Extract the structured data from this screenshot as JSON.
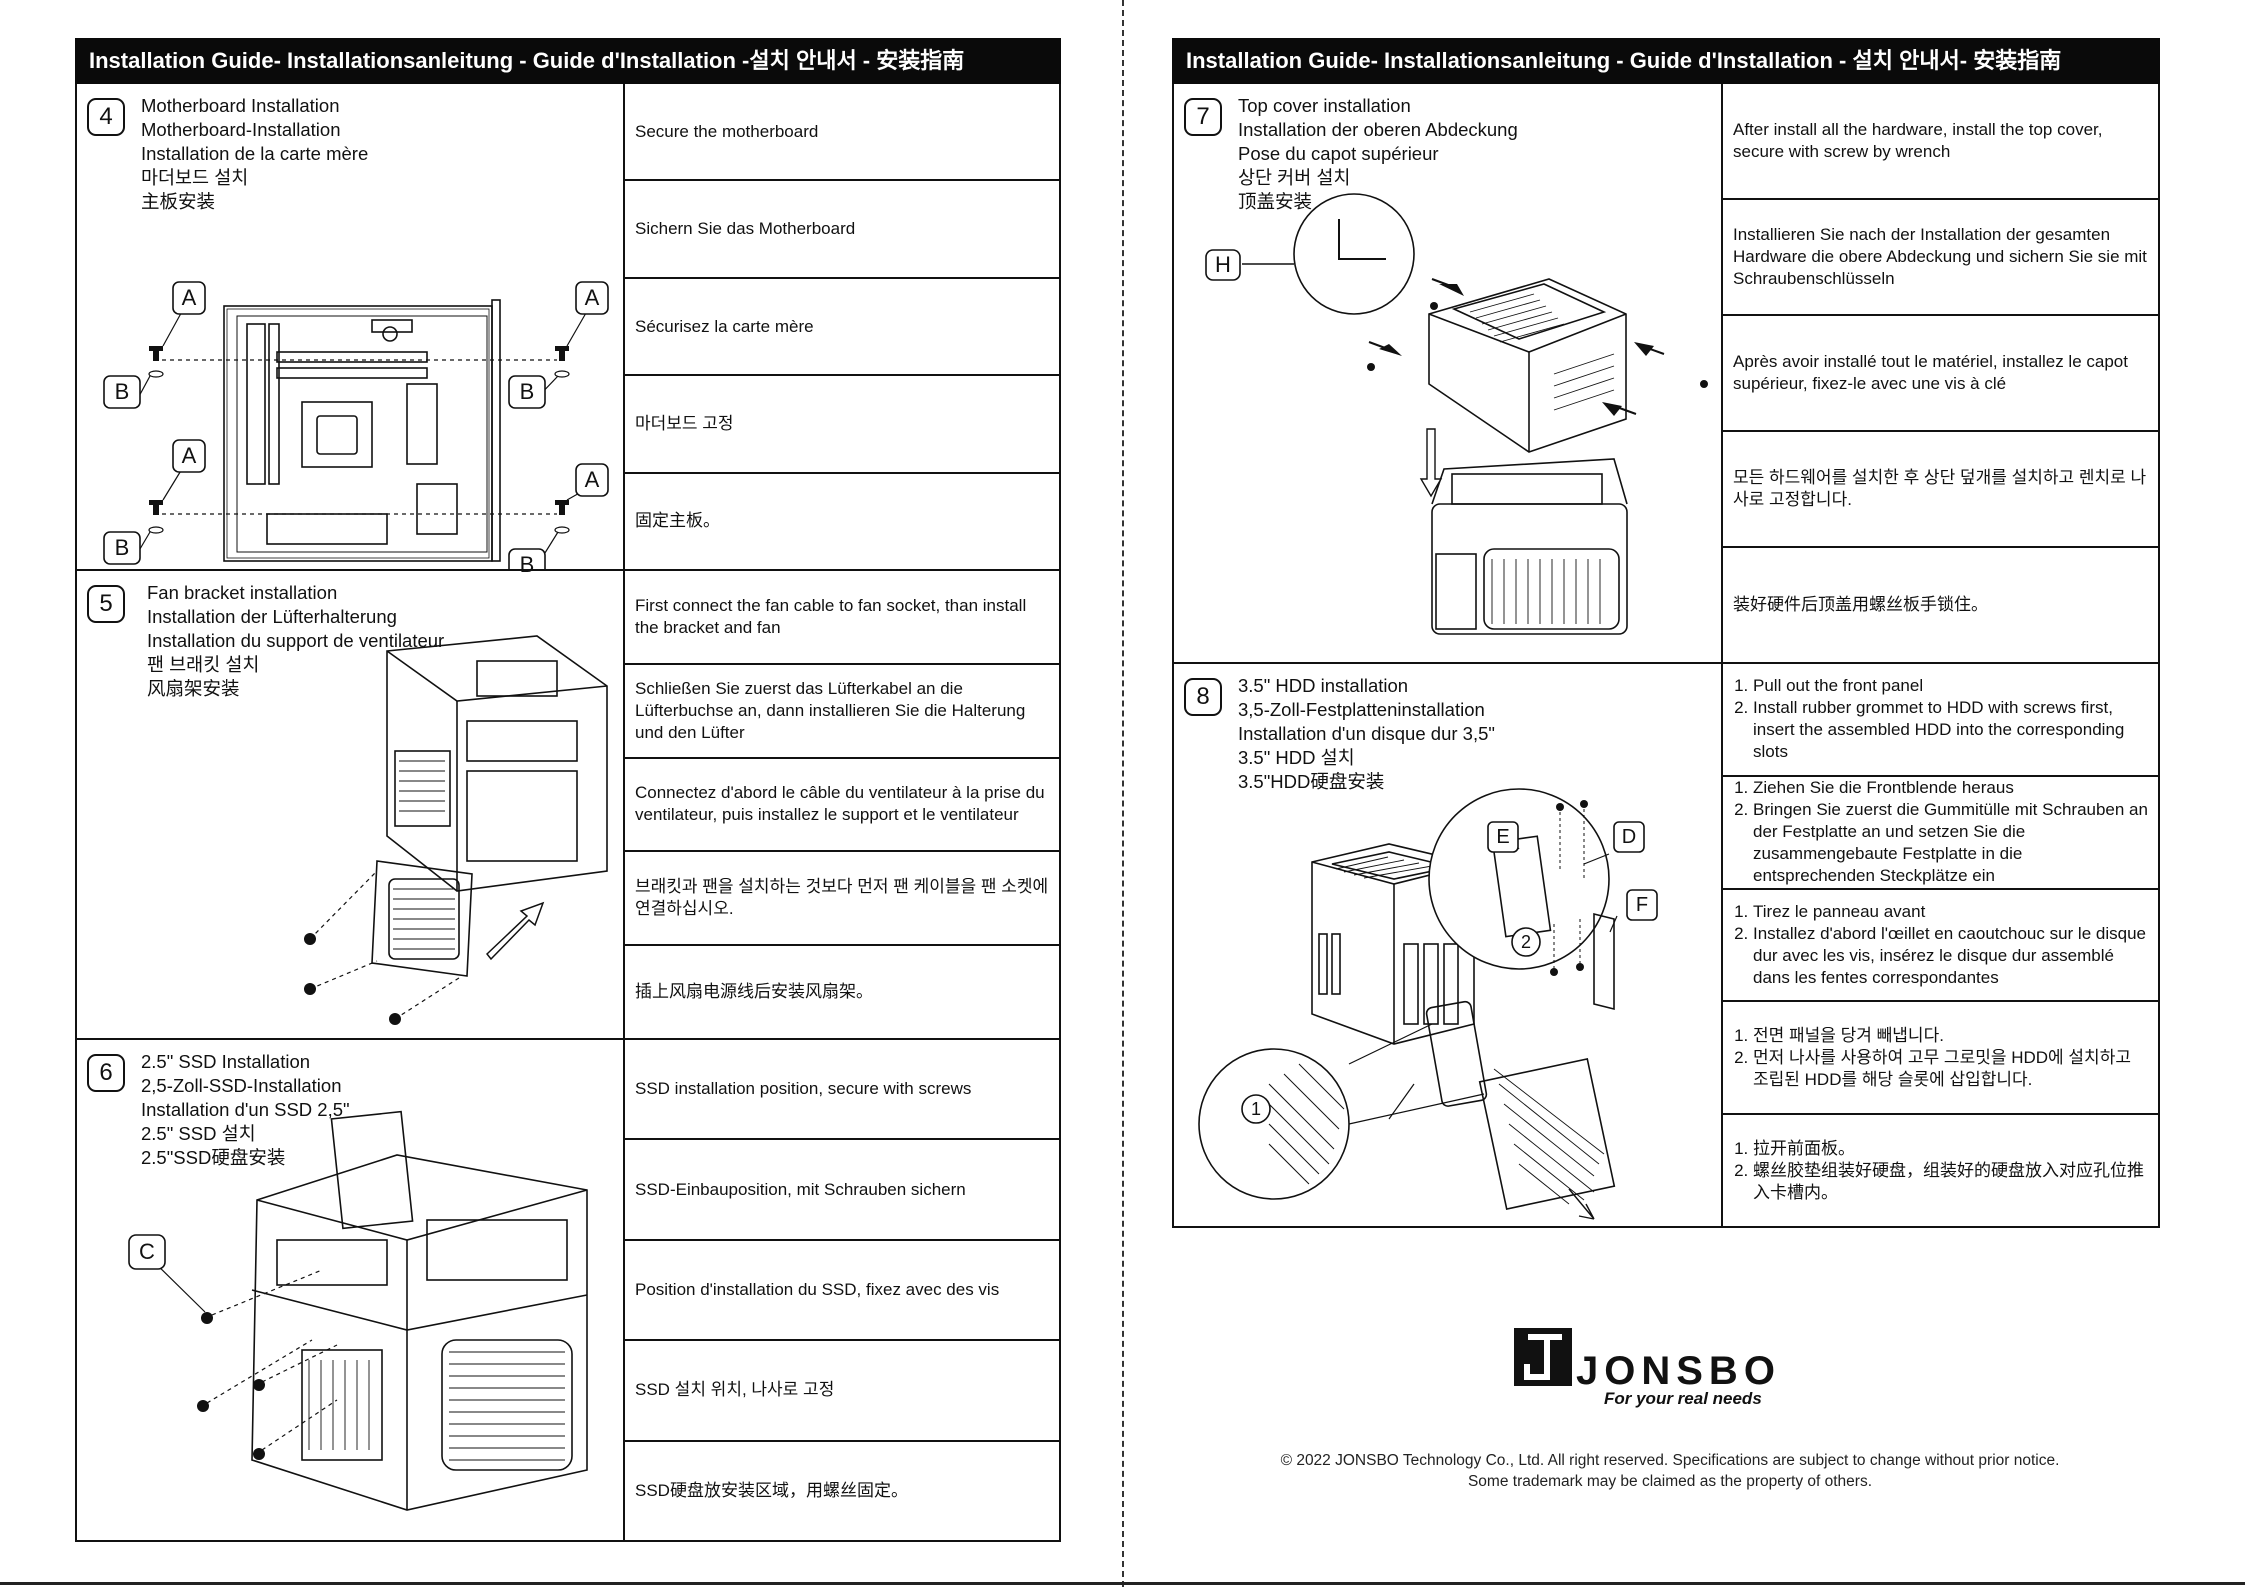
{
  "header_left": "Installation Guide- Installationsanleitung - Guide d'Installation -설치 안내서 - 安装指南",
  "header_right": "Installation Guide- Installationsanleitung - Guide d'Installation - 설치 안내서- 安装指南",
  "steps": {
    "s4": {
      "number": "4",
      "titles": [
        "Motherboard Installation",
        "Motherboard-Installation",
        "Installation de la carte mère",
        "마더보드 설치",
        "主板安装"
      ],
      "texts": [
        "Secure the motherboard",
        "Sichern Sie das Motherboard",
        "Sécurisez la carte mère",
        "마더보드 고정",
        "固定主板。"
      ],
      "labels": {
        "a": "A",
        "b": "B"
      }
    },
    "s5": {
      "number": "5",
      "titles": [
        "Fan bracket installation",
        "Installation der Lüfterhalterung",
        "Installation du support de ventilateur",
        "팬 브래킷 설치",
        "风扇架安装"
      ],
      "texts": [
        "First connect the fan cable to fan socket, than install the bracket and fan",
        "Schließen Sie zuerst das Lüfterkabel an die Lüfterbuchse an, dann installieren Sie die Halterung und den Lüfter",
        "Connectez d'abord le câble du ventilateur à la prise du ventilateur, puis installez le support et le ventilateur",
        "브래킷과 팬을 설치하는 것보다 먼저 팬 케이블을 팬 소켓에 연결하십시오.",
        "插上风扇电源线后安装风扇架。"
      ]
    },
    "s6": {
      "number": "6",
      "titles": [
        "2.5\" SSD Installation",
        "2,5-Zoll-SSD-Installation",
        "Installation d'un SSD 2,5\"",
        "2.5\" SSD 설치",
        "2.5\"SSD硬盘安装"
      ],
      "texts": [
        "SSD installation position, secure with screws",
        "SSD-Einbauposition, mit Schrauben sichern",
        "Position d'installation du SSD, fixez avec des vis",
        "SSD 설치 위치, 나사로 고정",
        "SSD硬盘放安装区域，用螺丝固定。"
      ],
      "labels": {
        "c": "C"
      }
    },
    "s7": {
      "number": "7",
      "titles": [
        "Top cover installation",
        "Installation der oberen Abdeckung",
        "Pose du capot supérieur",
        "상단 커버 설치",
        "顶盖安装"
      ],
      "texts": [
        "After install all the hardware, install the top cover, secure with screw by wrench",
        "Installieren Sie nach der Installation der gesamten Hardware die obere Abdeckung und sichern Sie sie mit Schraubenschlüsseln",
        "Après avoir installé tout le matériel, installez le capot supérieur, fixez-le avec une vis à clé",
        "모든 하드웨어를 설치한 후 상단 덮개를 설치하고 렌치로 나사로 고정합니다.",
        "装好硬件后顶盖用螺丝板手锁住。"
      ],
      "labels": {
        "h": "H"
      }
    },
    "s8": {
      "number": "8",
      "titles": [
        "3.5\" HDD installation",
        "3,5-Zoll-Festplatteninstallation",
        "Installation d'un disque dur 3,5\"",
        "3.5\" HDD 설치",
        "3.5\"HDD硬盘安装"
      ],
      "texts": [
        [
          "Pull out the front panel",
          "Install rubber grommet to HDD with screws first, insert the assembled HDD into the corresponding slots"
        ],
        [
          "Ziehen Sie die Frontblende heraus",
          "Bringen Sie zuerst die Gummitülle mit Schrauben an der Festplatte an und setzen Sie die zusammengebaute Festplatte in die entsprechenden Steckplätze ein"
        ],
        [
          "Tirez le panneau avant",
          "Installez d'abord l'œillet en caoutchouc sur le disque dur avec les vis, insérez le disque dur assemblé dans les fentes correspondantes"
        ],
        [
          "전면 패널을 당겨 빼냅니다.",
          "먼저 나사를 사용하여 고무 그로밋을 HDD에 설치하고 조립된 HDD를 해당 슬롯에 삽입합니다."
        ],
        [
          "拉开前面板。",
          "螺丝胶垫组装好硬盘，组装好的硬盘放入对应孔位推入卡槽内。"
        ]
      ],
      "labels": {
        "d": "D",
        "e": "E",
        "f": "F",
        "one": "1",
        "two": "2"
      }
    }
  },
  "brand": {
    "name": "JONSBO",
    "tagline": "For your real needs"
  },
  "copyright": "© 2022 JONSBO Technology Co., Ltd. All right reserved. Specifications are subject to change without prior notice. Some trademark may be claimed as the property of others."
}
